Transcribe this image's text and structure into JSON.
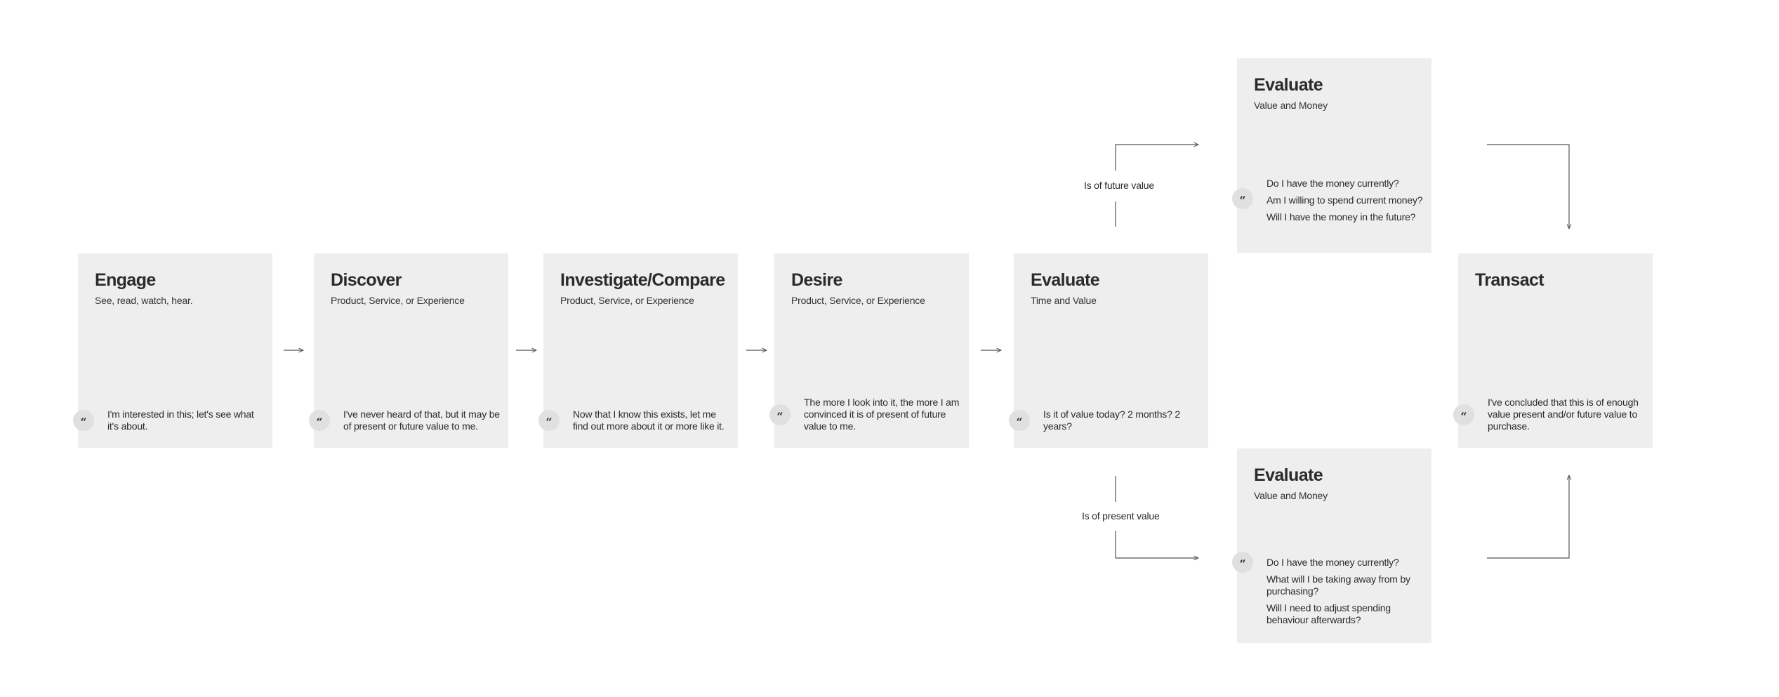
{
  "quote_glyph": "“",
  "cards": {
    "engage": {
      "title": "Engage",
      "subtitle": "See, read, watch, hear.",
      "quote": "I'm interested in this; let's see what it's about."
    },
    "discover": {
      "title": "Discover",
      "subtitle": "Product, Service, or Experience",
      "quote": "I've never heard of that, but it may be of present or future value to me."
    },
    "investigate": {
      "title": "Investigate/Compare",
      "subtitle": "Product, Service, or Experience",
      "quote": "Now that I know this exists, let me find out more about it or more like it."
    },
    "desire": {
      "title": "Desire",
      "subtitle": "Product, Service, or Experience",
      "quote": "The more I look into it, the more I am convinced it is of present of future value to me."
    },
    "evaluate_time": {
      "title": "Evaluate",
      "subtitle": "Time and Value",
      "quote": "Is it of value today? 2 months? 2 years?"
    },
    "evaluate_future": {
      "title": "Evaluate",
      "subtitle": "Value and Money",
      "quotes": [
        "Do I have the money currently?",
        "Am I willing to spend current money?",
        "Will I have the money in the future?"
      ]
    },
    "evaluate_present": {
      "title": "Evaluate",
      "subtitle": "Value and Money",
      "quotes": [
        "Do I have the money currently?",
        "What will I be taking away from by purchasing?",
        "Will I need to adjust spending behaviour afterwards?"
      ]
    },
    "transact": {
      "title": "Transact",
      "subtitle": "",
      "quote": "I've concluded that this is of enough value present and/or future value to purchase."
    }
  },
  "branches": {
    "future": "Is of future value",
    "present": "Is of present value"
  },
  "colors": {
    "card_background": "#eeeeee",
    "quote_badge": "#e0e0e0",
    "text": "#2b2b2b",
    "connector": "#555555"
  }
}
